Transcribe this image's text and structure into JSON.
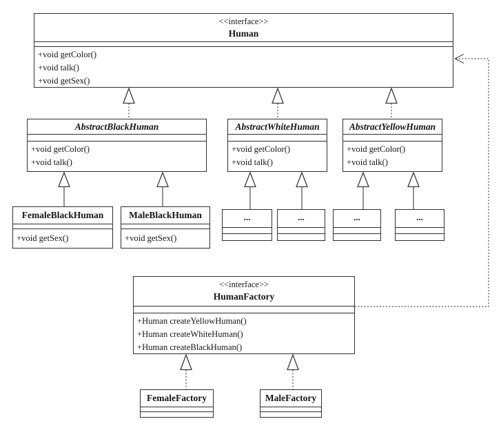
{
  "diagram_type": "uml-class-diagram",
  "colors": {
    "background": "#ffffff",
    "box_border": "#2e2e2e",
    "connector_line": "#5a5a5a",
    "text": "#151515"
  },
  "classes": {
    "human": {
      "stereotype": "<<interface>>",
      "name": "Human",
      "methods": [
        "+void getColor()",
        "+void talk()",
        "+void getSex()"
      ]
    },
    "abstract_black_human": {
      "name": "AbstractBlackHuman",
      "methods": [
        "+void getColor()",
        "+void talk()"
      ]
    },
    "abstract_white_human": {
      "name": "AbstractWhiteHuman",
      "methods": [
        "+void getColor()",
        "+void talk()"
      ]
    },
    "abstract_yellow_human": {
      "name": "AbstractYellowHuman",
      "methods": [
        "+void getColor()",
        "+void talk()"
      ]
    },
    "female_black_human": {
      "name": "FemaleBlackHuman",
      "methods": [
        "+void getSex()"
      ]
    },
    "male_black_human": {
      "name": "MaleBlackHuman",
      "methods": [
        "+void getSex()"
      ]
    },
    "ellipsis_1": {
      "name": "..."
    },
    "ellipsis_2": {
      "name": "..."
    },
    "ellipsis_3": {
      "name": "..."
    },
    "ellipsis_4": {
      "name": "..."
    },
    "human_factory": {
      "stereotype": "<<interface>>",
      "name": "HumanFactory",
      "methods": [
        "+Human createYellowHuman()",
        "+Human createWhiteHuman()",
        "+Human createBlackHuman()"
      ]
    },
    "female_factory": {
      "name": "FemaleFactory"
    },
    "male_factory": {
      "name": "MaleFactory"
    }
  },
  "relationships": [
    {
      "from": "AbstractBlackHuman",
      "to": "Human",
      "type": "realization"
    },
    {
      "from": "AbstractWhiteHuman",
      "to": "Human",
      "type": "realization"
    },
    {
      "from": "AbstractYellowHuman",
      "to": "Human",
      "type": "realization"
    },
    {
      "from": "FemaleBlackHuman",
      "to": "AbstractBlackHuman",
      "type": "generalization"
    },
    {
      "from": "MaleBlackHuman",
      "to": "AbstractBlackHuman",
      "type": "generalization"
    },
    {
      "from": "...",
      "to": "AbstractWhiteHuman",
      "type": "generalization"
    },
    {
      "from": "...",
      "to": "AbstractWhiteHuman",
      "type": "generalization"
    },
    {
      "from": "...",
      "to": "AbstractYellowHuman",
      "type": "generalization"
    },
    {
      "from": "...",
      "to": "AbstractYellowHuman",
      "type": "generalization"
    },
    {
      "from": "FemaleFactory",
      "to": "HumanFactory",
      "type": "realization"
    },
    {
      "from": "MaleFactory",
      "to": "HumanFactory",
      "type": "realization"
    },
    {
      "from": "HumanFactory",
      "to": "Human",
      "type": "dependency"
    }
  ]
}
